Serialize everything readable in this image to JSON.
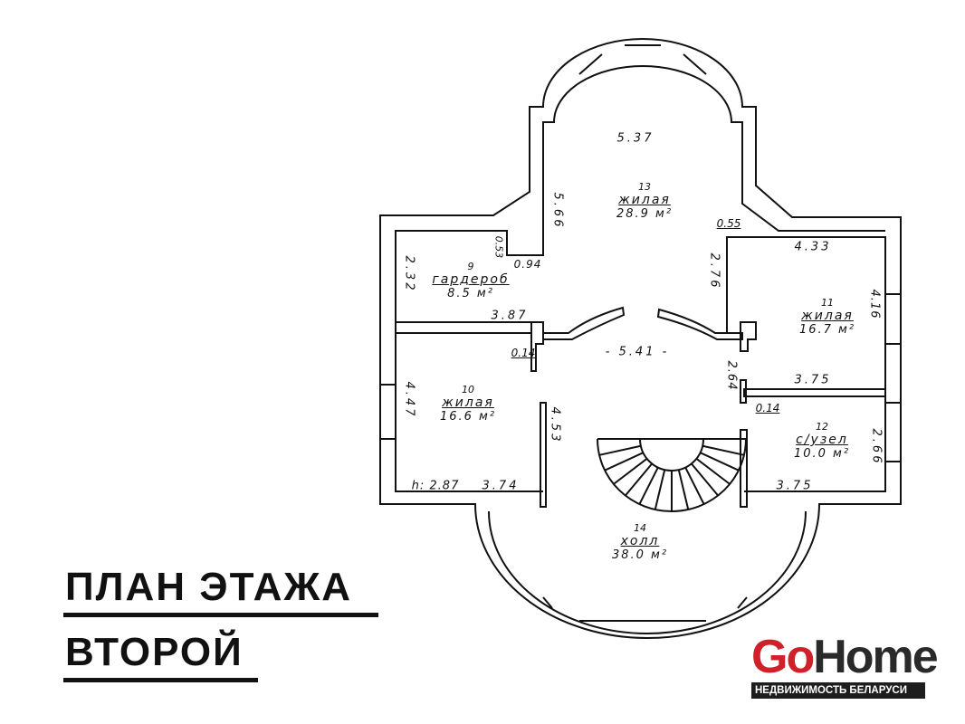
{
  "title": {
    "line1": "ПЛАН ЭТАЖА",
    "line2": "ВТОРОЙ"
  },
  "rooms": [
    {
      "number": "13",
      "name": "жилая",
      "area": "28.9 м²"
    },
    {
      "number": "9",
      "name": "гардероб",
      "area": "8.5 м²"
    },
    {
      "number": "10",
      "name": "жилая",
      "area": "16.6 м²"
    },
    {
      "number": "11",
      "name": "жилая",
      "area": "16.7 м²"
    },
    {
      "number": "12",
      "name": "с/узел",
      "area": "10.0 м²"
    },
    {
      "number": "14",
      "name": "холл",
      "area": "38.0 м²"
    }
  ],
  "dimensions": {
    "d537": "5.37",
    "d566": "5.66",
    "d055": "0.55",
    "d433": "4.33",
    "d276": "2.76",
    "d416": "4.16",
    "d232": "2.32",
    "d053": "0.53",
    "d094": "0.94",
    "d387": "3.87",
    "d014a": "0.14",
    "d541": "- 5.41 -",
    "d264": "2.64",
    "d375a": "3.75",
    "d014b": "0.14",
    "d447": "4.47",
    "d453": "4.53",
    "d266": "2.66",
    "height": "h: 2.87",
    "d374": "3.74",
    "d375b": "3.75"
  },
  "logo": {
    "go": "Go",
    "home": "Home",
    "tagline": "НЕДВИЖИМОСТЬ БЕЛАРУСИ",
    "go_color": "#d0202a",
    "home_color": "#2a2a2a"
  },
  "stairs": {
    "treads": 14
  }
}
